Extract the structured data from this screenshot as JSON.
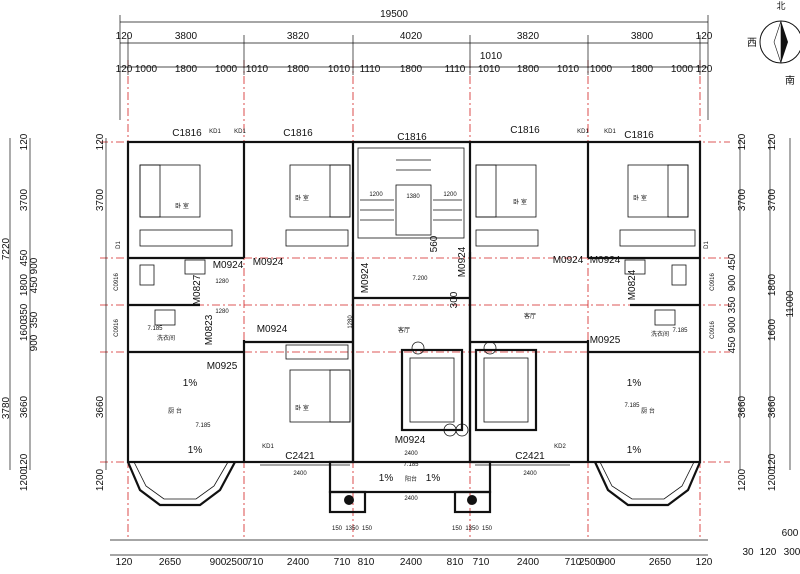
{
  "dims": {
    "total": "19500",
    "top_row1": [
      "120",
      "3800",
      "3820",
      "4020",
      "3820",
      "3800",
      "120"
    ],
    "top_row2": [
      "120",
      "1000",
      "1800",
      "1000",
      "1010",
      "1800",
      "1010",
      "1110",
      "1800",
      "1110",
      "1010",
      "1800",
      "1010",
      "1000",
      "1800",
      "1000",
      "120"
    ],
    "top_extra": "1010",
    "left_outer": [
      "7220",
      "3780"
    ],
    "left_inner": [
      "120",
      "3700",
      "450",
      "1800",
      "350",
      "1600",
      "3660",
      "1200",
      "120"
    ],
    "left_detail": [
      "900",
      "450",
      "350",
      "900"
    ],
    "left_misc": [
      "C0916",
      "C0916"
    ],
    "right_outer": [
      "11000"
    ],
    "right_inner": [
      "120",
      "3700",
      "1800",
      "1600",
      "3660",
      "1200",
      "120"
    ],
    "right_detail": [
      "450",
      "900",
      "350",
      "900",
      "450"
    ],
    "right_misc": [
      "C0916",
      "C0916"
    ],
    "bottom": [
      "120",
      "2650",
      "900",
      "2500",
      "710",
      "2400",
      "710",
      "810",
      "2400",
      "810",
      "710",
      "2400",
      "710",
      "2500",
      "900",
      "2650",
      "120"
    ],
    "bottom_right": [
      "600",
      "30",
      "120",
      "300"
    ],
    "balcony": [
      "150",
      "1350",
      "150",
      "150",
      "1350",
      "150"
    ],
    "inner": [
      "1280",
      "1280",
      "1280",
      "1380",
      "1200",
      "1200",
      "300",
      "560",
      "2400",
      "2400",
      "2400",
      "2400"
    ]
  },
  "compass": {
    "north": "北",
    "west": "西",
    "south": "南"
  },
  "windows": {
    "c1816": "C1816",
    "c2421": "C2421",
    "kd1": "KD1",
    "kd2": "KD2",
    "d1": "D1"
  },
  "doors": {
    "m0924": "M0924",
    "m0925": "M0925",
    "m0827": "M0827",
    "m0823": "M0823",
    "m0824": "M0824"
  },
  "rooms": {
    "bedroom": "卧 室",
    "living": "客厅",
    "laundry": "洗衣间",
    "balcony": "阳台",
    "kitchen": "厨 台",
    "slope": "1%"
  },
  "levels": {
    "l7185": "7.185",
    "l7200": "7.200",
    "m0924": "M0924"
  }
}
